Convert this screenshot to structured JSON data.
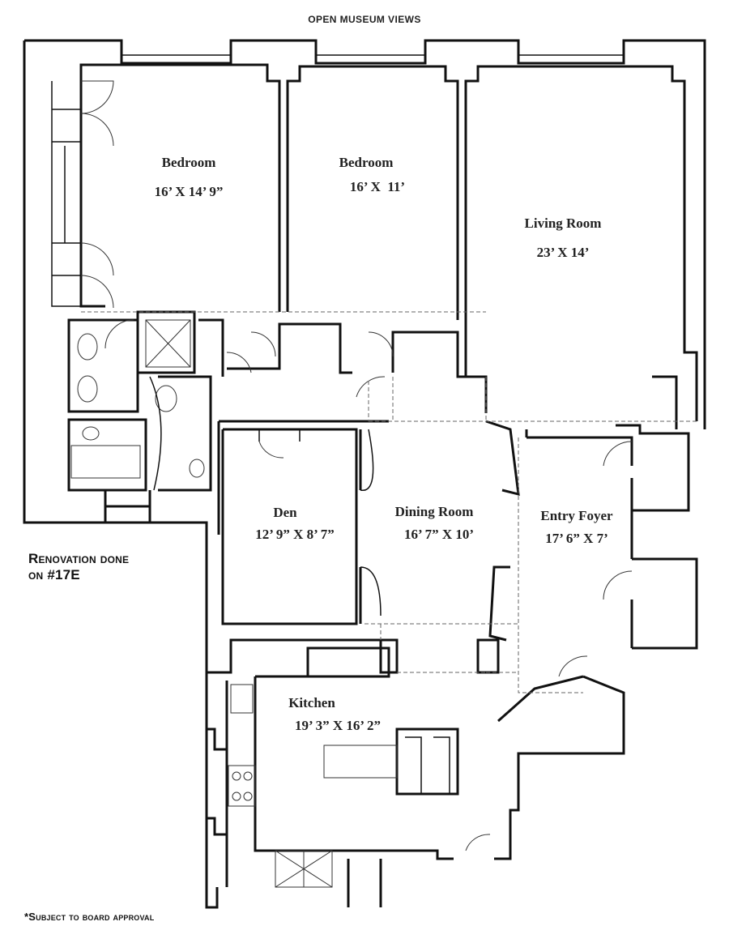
{
  "header": {
    "title": "OPEN MUSEUM VIEWS"
  },
  "rooms": [
    {
      "id": "bedroom-1",
      "name": "Bedroom",
      "dims": "16’ X 14’ 9”"
    },
    {
      "id": "bedroom-2",
      "name": "Bedroom",
      "dims": "16’ X  11’"
    },
    {
      "id": "living-room",
      "name": "Living Room",
      "dims": "23’ X 14’"
    },
    {
      "id": "den",
      "name": "Den",
      "dims": "12’ 9” X 8’ 7”"
    },
    {
      "id": "dining-room",
      "name": "Dining Room",
      "dims": "16’ 7” X 10’"
    },
    {
      "id": "entry-foyer",
      "name": "Entry Foyer",
      "dims": "17’ 6” X 7’"
    },
    {
      "id": "kitchen",
      "name": "Kitchen",
      "dims": "19’ 3” X 16’ 2”"
    }
  ],
  "notes": {
    "renovation_line1": "Renovation done",
    "renovation_line2": "on #17E",
    "footnote": "*Subject to board approval"
  }
}
